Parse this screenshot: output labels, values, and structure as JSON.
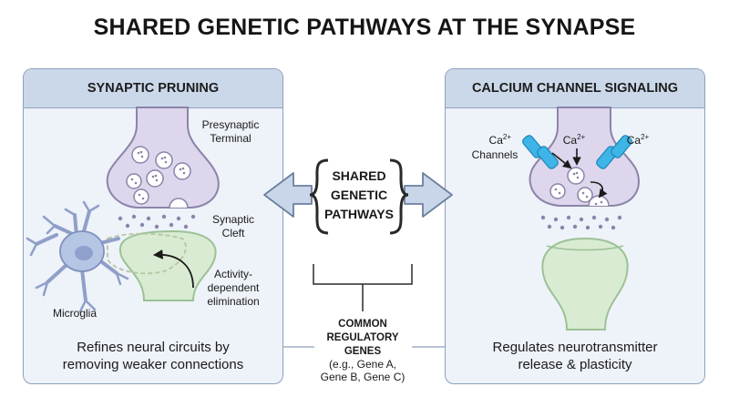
{
  "title": "SHARED GENETIC PATHWAYS AT THE SYNAPSE",
  "left_panel": {
    "header": "SYNAPTIC PRUNING",
    "labels": {
      "presynaptic_1": "Presynaptic",
      "presynaptic_2": "Terminal",
      "cleft_1": "Synaptic",
      "cleft_2": "Cleft",
      "activity_1": "Activity-",
      "activity_2": "dependent",
      "activity_3": "elimination",
      "microglia": "Microglia"
    },
    "caption_line1": "Refines neural circuits by",
    "caption_line2": "removing weaker connections"
  },
  "right_panel": {
    "header": "CALCIUM CHANNEL SIGNALING",
    "labels": {
      "ca_left": "Ca",
      "ca_left_sup": "2+",
      "channels": "Channels",
      "ca_mid": "Ca",
      "ca_mid_sup": "2+",
      "ca_right": "Ca",
      "ca_right_sup": "2+"
    },
    "caption_line1": "Regulates neurotransmitter",
    "caption_line2": "release & plasticity"
  },
  "center": {
    "shared_1": "SHARED",
    "shared_2": "GENETIC",
    "shared_3": "PATHWAYS",
    "common_1": "COMMON",
    "common_2": "REGULATORY",
    "common_3": "GENES",
    "examples_1": "(e.g., Gene A,",
    "examples_2": "Gene B, Gene C)"
  },
  "colors": {
    "panel_bg": "#eef2f9",
    "panel_header": "#cbd8ea",
    "terminal": "#ddd6ec",
    "postsynaptic": "#d9ecd3",
    "arrow_fill": "#c9d6e9",
    "channel": "#3fb4e6",
    "microglia": "#b5c5e4"
  }
}
